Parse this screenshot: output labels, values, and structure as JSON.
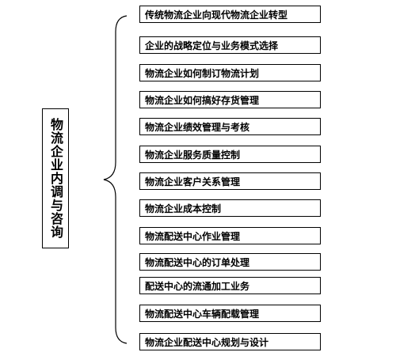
{
  "root": {
    "label": "物流企业内调与咨询"
  },
  "items": [
    {
      "label": "传统物流企业向现代物流企业转型"
    },
    {
      "label": "企业的战略定位与业务模式选择"
    },
    {
      "label": "物流企业如何制订物流计划"
    },
    {
      "label": "物流企业如何搞好存货管理"
    },
    {
      "label": "物流企业绩效管理与考核"
    },
    {
      "label": "物流企业服务质量控制"
    },
    {
      "label": "物流企业客户关系管理"
    },
    {
      "label": "物流企业成本控制"
    },
    {
      "label": "物流配送中心作业管理"
    },
    {
      "label": "物流配送中心的订单处理"
    },
    {
      "label": "配送中心的流通加工业务"
    },
    {
      "label": "物流配送中心车辆配载管理"
    },
    {
      "label": "物流企业配送中心规划与设计"
    }
  ]
}
